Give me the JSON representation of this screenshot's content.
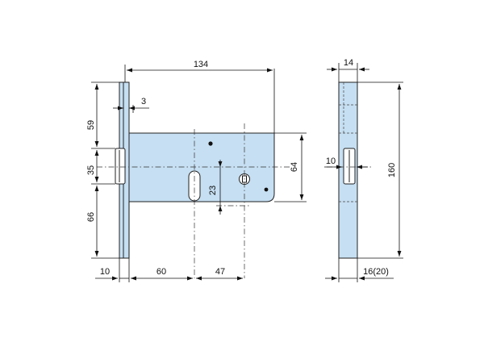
{
  "colors": {
    "body_fill": "#c6dff2",
    "line": "#111111"
  },
  "dimensions": {
    "total_width": "134",
    "faceplate_offset": "3",
    "upper_height": "59",
    "bolt_height": "35",
    "lower_height": "66",
    "body_height": "64",
    "keyhole_offset": "23",
    "faceplate_thickness": "10",
    "backset": "60",
    "center_distance": "47",
    "side_depth": "14",
    "faceplate_length": "160",
    "side_bolt": "10",
    "side_bottom": "16(20)"
  }
}
